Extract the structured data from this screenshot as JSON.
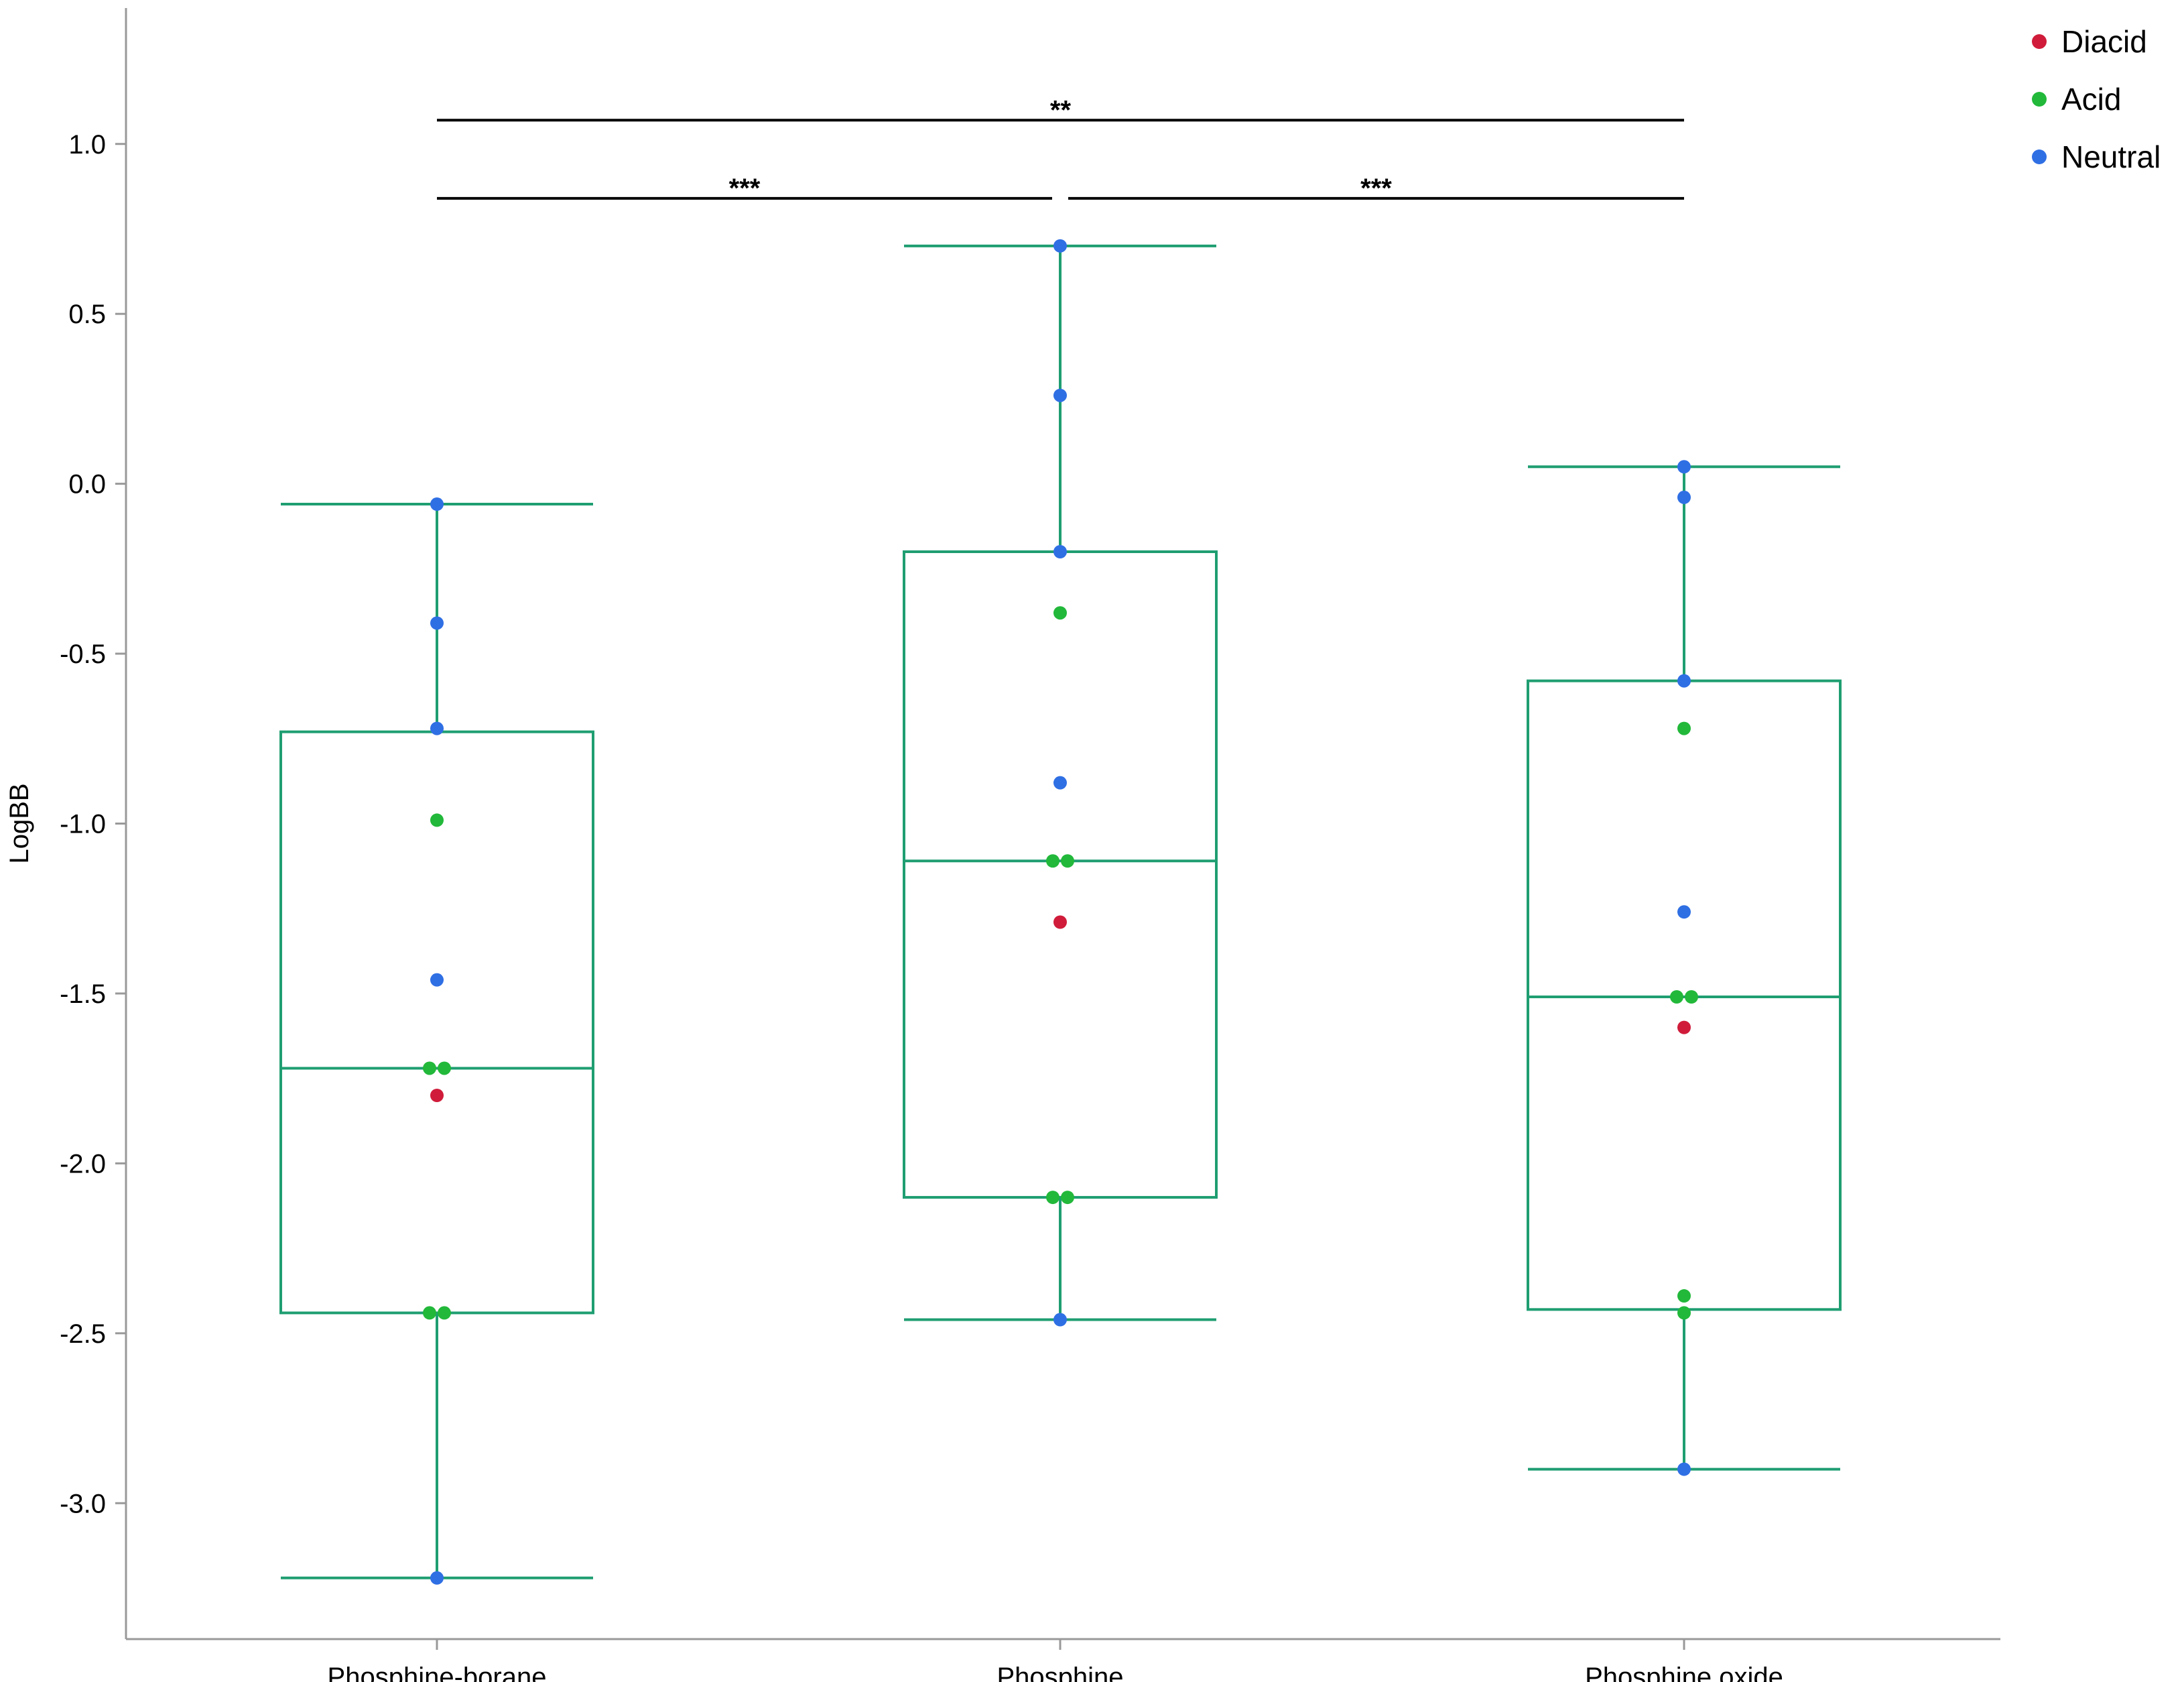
{
  "chart_data": {
    "type": "box",
    "title": "",
    "xlabel": "",
    "ylabel": "LogBB",
    "ylim": [
      -3.4,
      1.4
    ],
    "yticks": [
      1.0,
      0.5,
      0.0,
      -0.5,
      -1.0,
      -1.5,
      -2.0,
      -2.5,
      -3.0
    ],
    "ytick_labels": [
      "1.0",
      "0.5",
      "0.0",
      "-0.5",
      "-1.0",
      "-1.5",
      "-2.0",
      "-2.5",
      "-3.0"
    ],
    "grid": false,
    "legend_position": "top-right",
    "categories": [
      "Phosphine-borane",
      "Phosphine",
      "Phosphine oxide"
    ],
    "box_color": "#1f9e72",
    "boxes": [
      {
        "category": "Phosphine-borane",
        "whisker_low": -3.22,
        "q1": -2.44,
        "median": -1.72,
        "q3": -0.73,
        "whisker_high": -0.06
      },
      {
        "category": "Phosphine",
        "whisker_low": -2.46,
        "q1": -2.1,
        "median": -1.11,
        "q3": -0.2,
        "whisker_high": 0.7
      },
      {
        "category": "Phosphine oxide",
        "whisker_low": -2.9,
        "q1": -2.43,
        "median": -1.51,
        "q3": -0.58,
        "whisker_high": 0.05
      }
    ],
    "series": [
      {
        "name": "Diacid",
        "color": "#d01c3a",
        "points": [
          {
            "category": "Phosphine-borane",
            "y": -1.8
          },
          {
            "category": "Phosphine",
            "y": -1.29
          },
          {
            "category": "Phosphine oxide",
            "y": -1.6
          }
        ]
      },
      {
        "name": "Acid",
        "color": "#22b83a",
        "points": [
          {
            "category": "Phosphine-borane",
            "y": -0.99
          },
          {
            "category": "Phosphine-borane",
            "y": -1.72,
            "offset": -1
          },
          {
            "category": "Phosphine-borane",
            "y": -1.72,
            "offset": 1
          },
          {
            "category": "Phosphine-borane",
            "y": -2.44,
            "offset": -1
          },
          {
            "category": "Phosphine-borane",
            "y": -2.44,
            "offset": 1
          },
          {
            "category": "Phosphine",
            "y": -0.38
          },
          {
            "category": "Phosphine",
            "y": -1.11,
            "offset": -1
          },
          {
            "category": "Phosphine",
            "y": -1.11,
            "offset": 1
          },
          {
            "category": "Phosphine",
            "y": -2.1,
            "offset": -1
          },
          {
            "category": "Phosphine",
            "y": -2.1,
            "offset": 1
          },
          {
            "category": "Phosphine oxide",
            "y": -0.72
          },
          {
            "category": "Phosphine oxide",
            "y": -1.51,
            "offset": -1
          },
          {
            "category": "Phosphine oxide",
            "y": -1.51,
            "offset": 1
          },
          {
            "category": "Phosphine oxide",
            "y": -2.39
          },
          {
            "category": "Phosphine oxide",
            "y": -2.44
          }
        ]
      },
      {
        "name": "Neutral",
        "color": "#2f6fe4",
        "points": [
          {
            "category": "Phosphine-borane",
            "y": -0.06
          },
          {
            "category": "Phosphine-borane",
            "y": -0.41
          },
          {
            "category": "Phosphine-borane",
            "y": -0.72
          },
          {
            "category": "Phosphine-borane",
            "y": -1.46
          },
          {
            "category": "Phosphine-borane",
            "y": -3.22
          },
          {
            "category": "Phosphine",
            "y": 0.7
          },
          {
            "category": "Phosphine",
            "y": 0.26
          },
          {
            "category": "Phosphine",
            "y": -0.2
          },
          {
            "category": "Phosphine",
            "y": -0.88
          },
          {
            "category": "Phosphine",
            "y": -2.46
          },
          {
            "category": "Phosphine oxide",
            "y": 0.05
          },
          {
            "category": "Phosphine oxide",
            "y": -0.04
          },
          {
            "category": "Phosphine oxide",
            "y": -0.58
          },
          {
            "category": "Phosphine oxide",
            "y": -1.26
          },
          {
            "category": "Phosphine oxide",
            "y": -2.9
          }
        ]
      }
    ],
    "significance": [
      {
        "from": "Phosphine-borane",
        "to": "Phosphine oxide",
        "label": "**",
        "y": 1.07
      },
      {
        "from": "Phosphine-borane",
        "to": "Phosphine",
        "label": "***",
        "y": 0.84
      },
      {
        "from": "Phosphine",
        "to": "Phosphine oxide",
        "label": "***",
        "y": 0.84
      }
    ]
  }
}
